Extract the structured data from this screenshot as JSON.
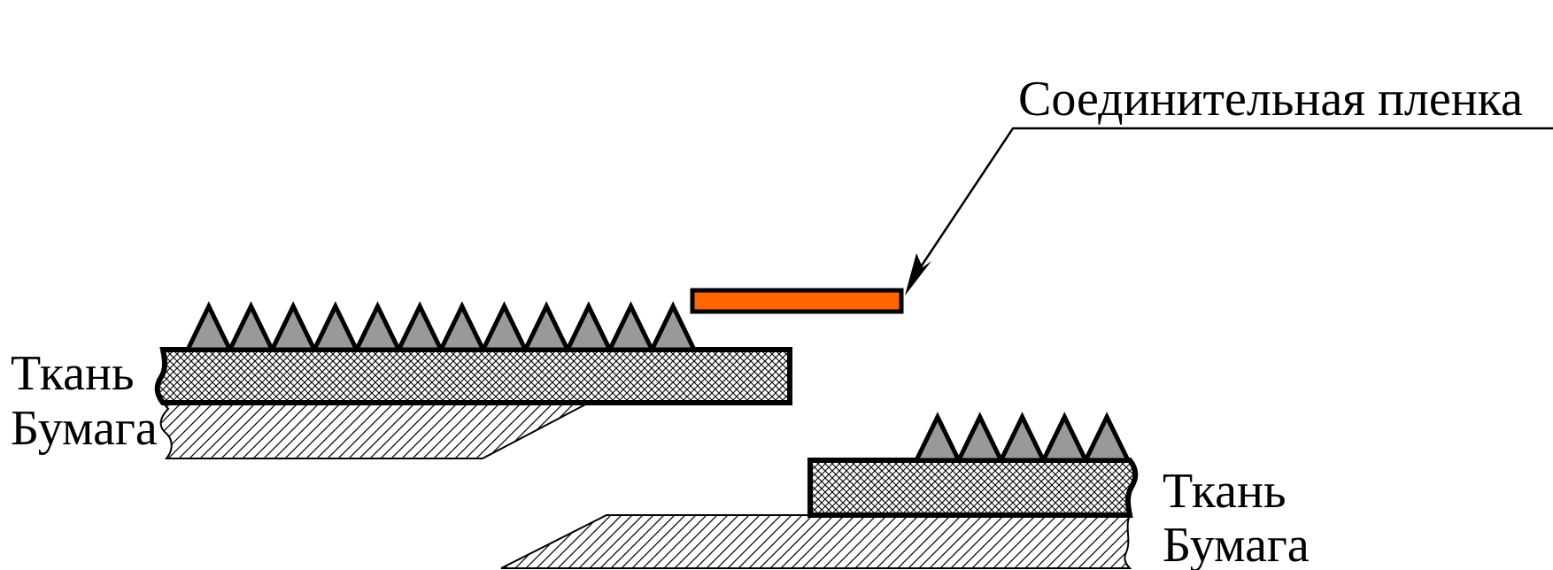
{
  "labels": {
    "film": "Соединительная пленка",
    "left_fabric": "Ткань",
    "left_paper": "Бумага",
    "right_fabric": "Ткань",
    "right_paper": "Бумага"
  },
  "colors": {
    "film_fill": "#ff6600",
    "teeth_fill": "#999999",
    "outline": "#000000",
    "background": "#ffffff"
  },
  "teeth": {
    "left_count": 12,
    "right_count": 5
  }
}
